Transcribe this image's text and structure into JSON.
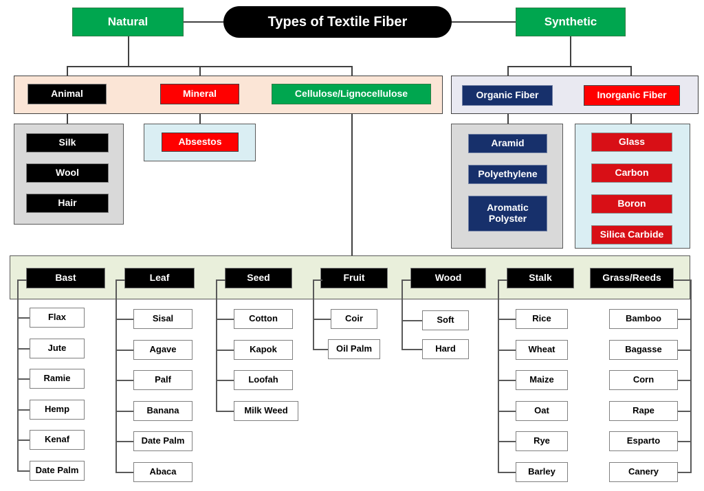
{
  "title": "Types of Textile Fiber",
  "roots": {
    "natural": "Natural",
    "synthetic": "Synthetic"
  },
  "natural_branch": {
    "animal": {
      "label": "Animal",
      "children": [
        "Silk",
        "Wool",
        "Hair"
      ]
    },
    "mineral": {
      "label": "Mineral",
      "children": [
        "Absestos"
      ]
    },
    "cellulose": {
      "label": "Cellulose/Lignocellulose"
    }
  },
  "synthetic_branch": {
    "organic": {
      "label": "Organic Fiber",
      "children": [
        "Aramid",
        "Polyethylene",
        "Aromatic Polyster"
      ]
    },
    "inorganic": {
      "label": "Inorganic Fiber",
      "children": [
        "Glass",
        "Carbon",
        "Boron",
        "Silica Carbide"
      ]
    }
  },
  "cellulose_columns": [
    {
      "label": "Bast",
      "children": [
        "Flax",
        "Jute",
        "Ramie",
        "Hemp",
        "Kenaf",
        "Date Palm"
      ]
    },
    {
      "label": "Leaf",
      "children": [
        "Sisal",
        "Agave",
        "Palf",
        "Banana",
        "Date Palm",
        "Abaca"
      ]
    },
    {
      "label": "Seed",
      "children": [
        "Cotton",
        "Kapok",
        "Loofah",
        "Milk Weed"
      ]
    },
    {
      "label": "Fruit",
      "children": [
        "Coir",
        "Oil Palm"
      ]
    },
    {
      "label": "Wood",
      "children": [
        "Soft",
        "Hard"
      ]
    },
    {
      "label": "Stalk",
      "children": [
        "Rice",
        "Wheat",
        "Maize",
        "Oat",
        "Rye",
        "Barley"
      ]
    },
    {
      "label": "Grass/Reeds",
      "children": [
        "Bamboo",
        "Bagasse",
        "Corn",
        "Rape",
        "Esparto",
        "Canery"
      ]
    }
  ],
  "colors": {
    "black": "#000000",
    "red": "#ff0000",
    "green": "#00a64f",
    "navy": "#17306b",
    "crimson": "#d80f16",
    "peach_panel": "#fbe5d6",
    "lavender_panel": "#e9e9f1",
    "grey_panel": "#d9d9d9",
    "lightblue_panel": "#daeef3",
    "greentint_panel": "#e9efdb",
    "connector": "#595959"
  }
}
